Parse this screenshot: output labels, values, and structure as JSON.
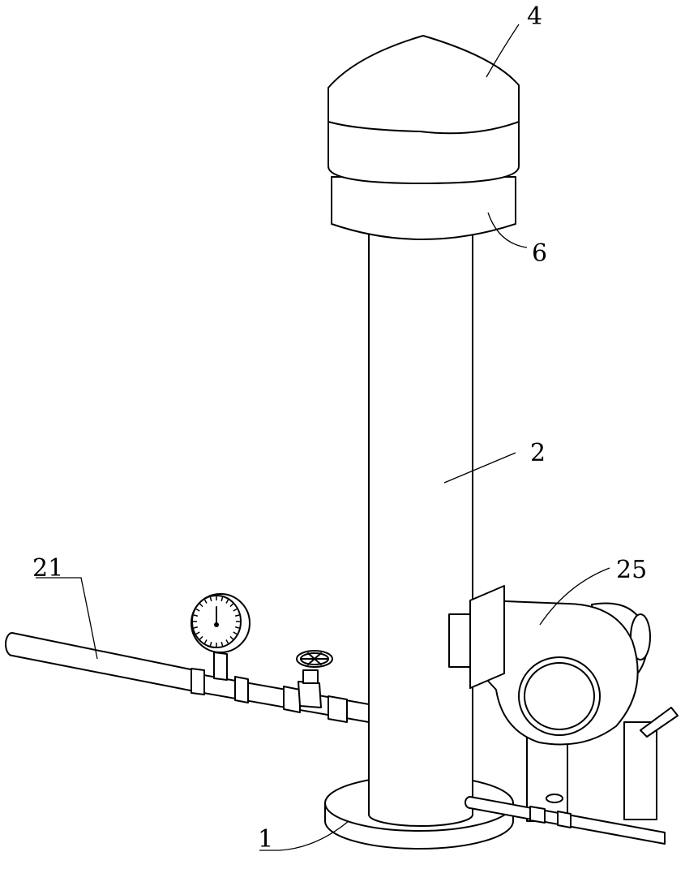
{
  "labels": {
    "base": "1",
    "column": "2",
    "cap": "4",
    "ring": "6",
    "inlet_pipe": "21",
    "blower": "25"
  }
}
